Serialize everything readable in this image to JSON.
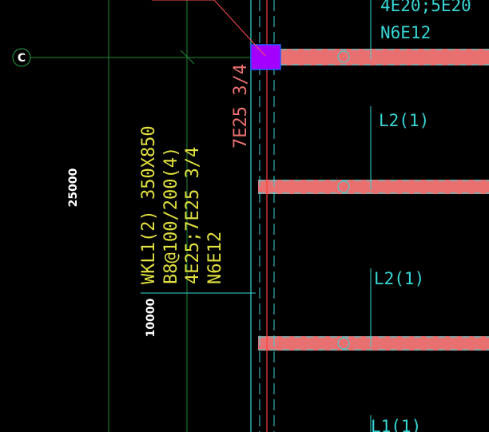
{
  "colors": {
    "background": "#000000",
    "axis_line": "#1e8a3a",
    "column_line": "#38d6d6",
    "beam_fill": "#e87070",
    "column_fill": "#a400ff",
    "column_stroke": "#2060ff",
    "leader": "#ff5050",
    "text_yellow": "#e0e040",
    "text_cyan": "#38d6d6",
    "text_red": "#e87070",
    "text_white": "#ffffff"
  },
  "axis": {
    "label": "C"
  },
  "dimensions": {
    "d1": "25000",
    "d2": "10000"
  },
  "beam_tags": {
    "top_partial": "4E20;5E20",
    "top_n": "N6E12",
    "l2_a": "L2(1)",
    "l2_b": "L2(1)",
    "l1": "L1(1)"
  },
  "wkl_annotation": {
    "line1": "WKL1(2) 350X850",
    "line2": "B8@100/200(4)",
    "line3": "4E25;7E25 3/4",
    "line4": "N6E12"
  },
  "column_rebar": {
    "label": "7E25 3/4"
  }
}
